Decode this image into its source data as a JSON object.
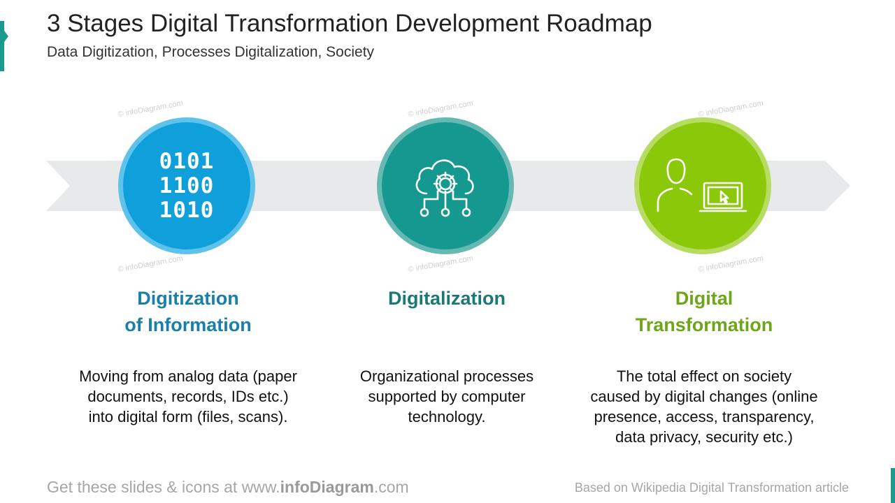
{
  "header": {
    "title": "3 Stages Digital Transformation Development Roadmap",
    "subtitle": "Data Digitization, Processes Digitalization, Society"
  },
  "stages": [
    {
      "icon": "binary-code-icon",
      "icon_text": [
        "0101",
        "1100",
        "1010"
      ],
      "title_lines": [
        "Digitization",
        "of Information"
      ],
      "description_lines": [
        "Moving from analog data (paper",
        "documents, records, IDs etc.)",
        "into digital form (files, scans)."
      ],
      "color": "#0fa0dc",
      "ring_color": "#5ec2ea",
      "title_color": "#1a7fa8"
    },
    {
      "icon": "cloud-gear-network-icon",
      "title_lines": [
        "Digitalization"
      ],
      "description_lines": [
        "Organizational processes",
        "supported by computer",
        "technology."
      ],
      "color": "#15988f",
      "ring_color": "#66b9b3",
      "title_color": "#1a7a73"
    },
    {
      "icon": "person-laptop-icon",
      "title_lines": [
        "Digital",
        "Transformation"
      ],
      "description_lines": [
        "The total effect on society",
        "caused by digital changes (online",
        "presence, access, transparency,",
        "data privacy, security etc.)"
      ],
      "color": "#8cc80a",
      "ring_color": "#b6dc62",
      "title_color": "#6ea61a"
    }
  ],
  "watermark": "© infoDiagram.com",
  "footer": {
    "left_prefix": "Get these slides & icons at www.",
    "left_brand": "infoDiagram",
    "left_suffix": ".com",
    "right": "Based on Wikipedia Digital Transformation  article"
  },
  "colors": {
    "band": "#e7e9eb",
    "accent": "#1a9a8f"
  }
}
